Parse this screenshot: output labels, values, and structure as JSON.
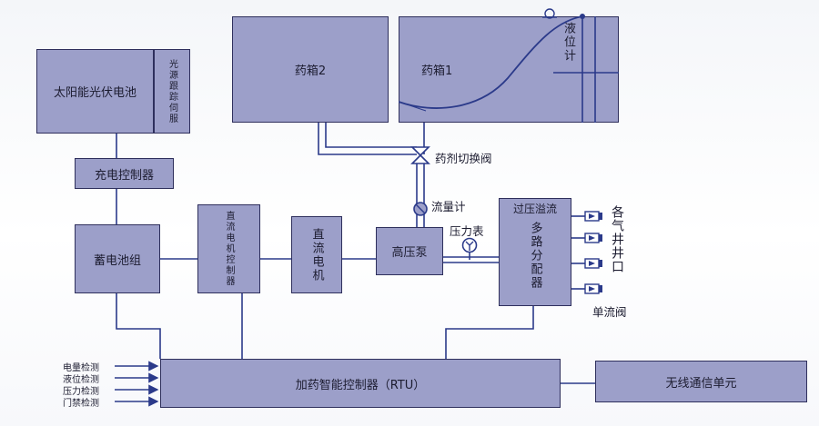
{
  "blocks": {
    "solar": "太阳能光伏电池",
    "tracker": "光源跟踪伺服",
    "charger": "充电控制器",
    "battery": "蓄电池组",
    "motor_ctrl": "直流电机控制器",
    "motor": "直流电机",
    "pump": "高压泵",
    "tank2": "药箱2",
    "tank1": "药箱1",
    "level_gauge": "液位计",
    "distributor_title": "过压溢流",
    "distributor_body": "多路分配器",
    "rtu": "加药智能控制器（RTU）",
    "wireless": "无线通信单元"
  },
  "labels": {
    "switch_valve": "药剂切换阀",
    "flow_meter": "流量计",
    "pressure_gauge": "压力表",
    "wells": "各气井井口",
    "check_valve": "单流阀"
  },
  "inputs": [
    "电量检测",
    "液位检测",
    "压力检测",
    "门禁检测"
  ],
  "colors": {
    "block_fill": "#9c9fc9",
    "block_border": "#2e2f5c",
    "line": "#2b3a8a"
  }
}
